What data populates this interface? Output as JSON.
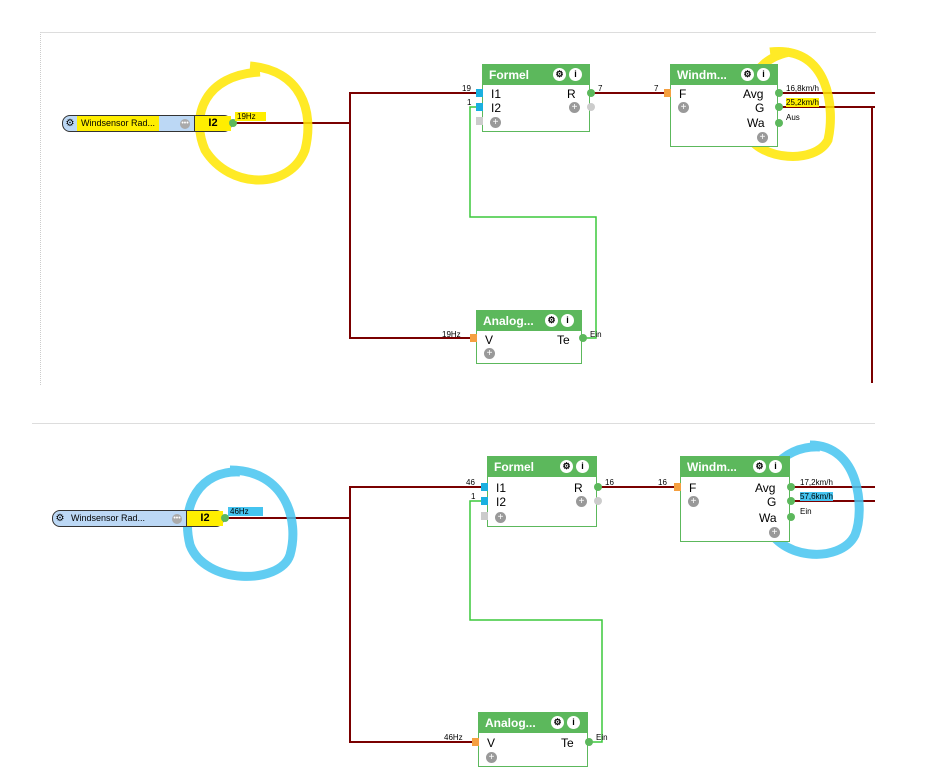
{
  "colors": {
    "wire": "#7a0000",
    "wire_green": "#3cc83c",
    "block": "#5cb85c",
    "highlight_yellow": "#ffe600",
    "highlight_blue": "#45c4f0"
  },
  "top": {
    "sensor": {
      "name": "Windsensor  Rad...",
      "port": "I2",
      "value": "19Hz"
    },
    "formel": {
      "title": "Formel",
      "in1": "I1",
      "in2": "I2",
      "out": "R",
      "in1_val": "19",
      "in2_val": "1",
      "out_val": "7"
    },
    "windm": {
      "title": "Windm...",
      "in": "F",
      "in_val": "7",
      "out1": "Avg",
      "out2": "G",
      "out3": "Wa",
      "out1_val": "16,8km/h",
      "out2_val": "25,2km/h",
      "out3_val": "Aus"
    },
    "analog": {
      "title": "Analog...",
      "in": "V",
      "in_val": "19Hz",
      "out": "Te",
      "out_val": "Ein"
    }
  },
  "bottom": {
    "sensor": {
      "name": "Windsensor  Rad...",
      "port": "I2",
      "value": "46Hz"
    },
    "formel": {
      "title": "Formel",
      "in1": "I1",
      "in2": "I2",
      "out": "R",
      "in1_val": "46",
      "in2_val": "1",
      "out_val": "16"
    },
    "windm": {
      "title": "Windm...",
      "in": "F",
      "in_val": "16",
      "out1": "Avg",
      "out2": "G",
      "out3": "Wa",
      "out1_val": "17,2km/h",
      "out2_val": "57,6km/h",
      "out3_val": "Ein"
    },
    "analog": {
      "title": "Analog...",
      "in": "V",
      "in_val": "46Hz",
      "out": "Te",
      "out_val": "Ein"
    }
  }
}
